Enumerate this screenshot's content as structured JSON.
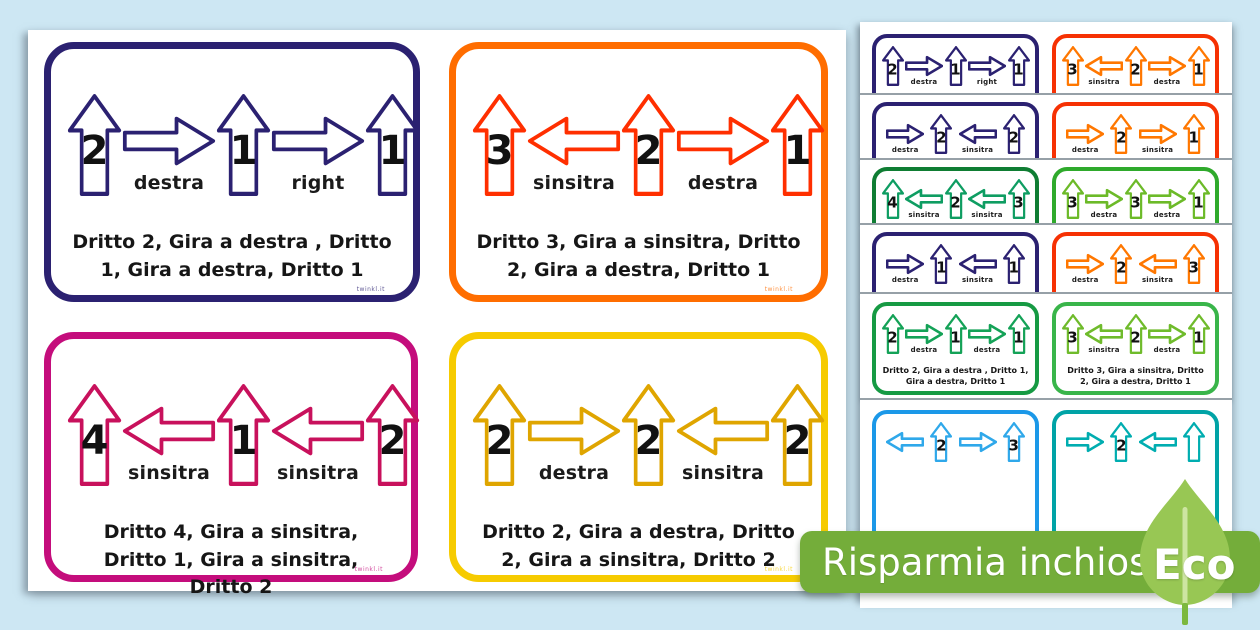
{
  "watermark": "twinkl.it",
  "banner": {
    "label": "Risparmia inchiostro",
    "badge": "Eco",
    "bg": "#74ad3a",
    "leaf_color": "#98c754"
  },
  "background_color": "#cde7f3",
  "main_page": {
    "cards": [
      {
        "border": "#2b2171",
        "arrow": "#2b2171",
        "sequence": [
          {
            "t": "up",
            "n": "2"
          },
          {
            "t": "right",
            "l": "destra"
          },
          {
            "t": "up",
            "n": "1"
          },
          {
            "t": "right",
            "l": "right"
          },
          {
            "t": "up",
            "n": "1"
          }
        ],
        "caption": "Dritto 2, Gira a destra , Dritto 1, Gira a destra, Dritto 1"
      },
      {
        "border": "#ff6d00",
        "arrow": "#ff2f00",
        "sequence": [
          {
            "t": "up",
            "n": "3"
          },
          {
            "t": "left",
            "l": "sinsitra"
          },
          {
            "t": "up",
            "n": "2"
          },
          {
            "t": "right",
            "l": "destra"
          },
          {
            "t": "up",
            "n": "1"
          }
        ],
        "caption": "Dritto 3, Gira a sinsitra, Dritto 2, Gira a destra, Dritto 1"
      },
      {
        "border": "#c40d7c",
        "arrow": "#c8115c",
        "sequence": [
          {
            "t": "up",
            "n": "4"
          },
          {
            "t": "left",
            "l": "sinsitra"
          },
          {
            "t": "up",
            "n": "1"
          },
          {
            "t": "left",
            "l": "sinsitra"
          },
          {
            "t": "up",
            "n": "2"
          }
        ],
        "caption": "Dritto 4, Gira a sinsitra, Dritto 1, Gira a sinsitra, Dritto 2"
      },
      {
        "border": "#f6cb00",
        "arrow": "#dfa500",
        "sequence": [
          {
            "t": "up",
            "n": "2"
          },
          {
            "t": "right",
            "l": "destra"
          },
          {
            "t": "up",
            "n": "2"
          },
          {
            "t": "left",
            "l": "sinsitra"
          },
          {
            "t": "up",
            "n": "2"
          }
        ],
        "caption": "Dritto 2, Gira a destra, Dritto 2, Gira a sinsitra, Dritto 2"
      }
    ]
  },
  "preview_page": {
    "rows": [
      {
        "cards": [
          {
            "border": "#2b2171",
            "arrow": "#2b2171",
            "sequence": [
              {
                "t": "up",
                "n": "2"
              },
              {
                "t": "right",
                "l": "destra"
              },
              {
                "t": "up",
                "n": "1"
              },
              {
                "t": "right",
                "l": "right"
              },
              {
                "t": "up",
                "n": "1"
              }
            ]
          },
          {
            "border": "#f63103",
            "arrow": "#ff7700",
            "sequence": [
              {
                "t": "up",
                "n": "3"
              },
              {
                "t": "left",
                "l": "sinsitra"
              },
              {
                "t": "up",
                "n": "2"
              },
              {
                "t": "right",
                "l": "destra"
              },
              {
                "t": "up",
                "n": "1"
              }
            ]
          }
        ]
      },
      {
        "cards": [
          {
            "border": "#2b2171",
            "arrow": "#2b2171",
            "sequence": [
              {
                "t": "right",
                "l": "destra"
              },
              {
                "t": "up",
                "n": "2"
              },
              {
                "t": "left",
                "l": "sinsitra"
              },
              {
                "t": "up",
                "n": "2"
              }
            ]
          },
          {
            "border": "#f63103",
            "arrow": "#ff7700",
            "sequence": [
              {
                "t": "right",
                "l": "destra"
              },
              {
                "t": "up",
                "n": "2"
              },
              {
                "t": "right",
                "l": "sinsitra"
              },
              {
                "t": "up",
                "n": "1"
              }
            ]
          }
        ]
      },
      {
        "cards": [
          {
            "border": "#0f7d33",
            "arrow": "#0e9d62",
            "sequence": [
              {
                "t": "up",
                "n": "4"
              },
              {
                "t": "left",
                "l": "sinsitra"
              },
              {
                "t": "up",
                "n": "2"
              },
              {
                "t": "left",
                "l": "sinsitra"
              },
              {
                "t": "up",
                "n": "3"
              }
            ]
          },
          {
            "border": "#2faa2c",
            "arrow": "#6cba28",
            "sequence": [
              {
                "t": "up",
                "n": "3"
              },
              {
                "t": "right",
                "l": "destra"
              },
              {
                "t": "up",
                "n": "3"
              },
              {
                "t": "right",
                "l": "destra"
              },
              {
                "t": "up",
                "n": "1"
              }
            ]
          }
        ]
      },
      {
        "cards": [
          {
            "border": "#2b2171",
            "arrow": "#2b2171",
            "sequence": [
              {
                "t": "right",
                "l": "destra"
              },
              {
                "t": "up",
                "n": "1"
              },
              {
                "t": "left",
                "l": "sinsitra"
              },
              {
                "t": "up",
                "n": "1"
              }
            ]
          },
          {
            "border": "#f63103",
            "arrow": "#ff7700",
            "sequence": [
              {
                "t": "right",
                "l": "destra"
              },
              {
                "t": "up",
                "n": "2"
              },
              {
                "t": "left",
                "l": "sinsitra"
              },
              {
                "t": "up",
                "n": "3"
              }
            ]
          }
        ]
      },
      {
        "cards": [
          {
            "border": "#169a43",
            "arrow": "#14a257",
            "sequence": [
              {
                "t": "up",
                "n": "2"
              },
              {
                "t": "right",
                "l": "destra"
              },
              {
                "t": "up",
                "n": "1"
              },
              {
                "t": "right",
                "l": "destra"
              },
              {
                "t": "up",
                "n": "1"
              }
            ],
            "caption": "Dritto 2, Gira a destra , Dritto 1, Gira a destra, Dritto 1"
          },
          {
            "border": "#39b54a",
            "arrow": "#6fbb2b",
            "sequence": [
              {
                "t": "up",
                "n": "3"
              },
              {
                "t": "left",
                "l": "sinsitra"
              },
              {
                "t": "up",
                "n": "2"
              },
              {
                "t": "right",
                "l": "destra"
              },
              {
                "t": "up",
                "n": "1"
              }
            ],
            "caption": "Dritto 3, Gira a sinsitra, Dritto 2, Gira a destra, Dritto 1"
          }
        ]
      },
      {
        "cards": [
          {
            "border": "#1b98e8",
            "arrow": "#2fa8ea",
            "sequence": [
              {
                "t": "left",
                "l": ""
              },
              {
                "t": "up",
                "n": "2"
              },
              {
                "t": "right",
                "l": ""
              },
              {
                "t": "up",
                "n": "3"
              }
            ]
          },
          {
            "border": "#00a3a6",
            "arrow": "#00adb0",
            "sequence": [
              {
                "t": "right",
                "l": ""
              },
              {
                "t": "up",
                "n": "2"
              },
              {
                "t": "left",
                "l": ""
              },
              {
                "t": "up",
                "n": ""
              }
            ]
          }
        ]
      }
    ]
  }
}
